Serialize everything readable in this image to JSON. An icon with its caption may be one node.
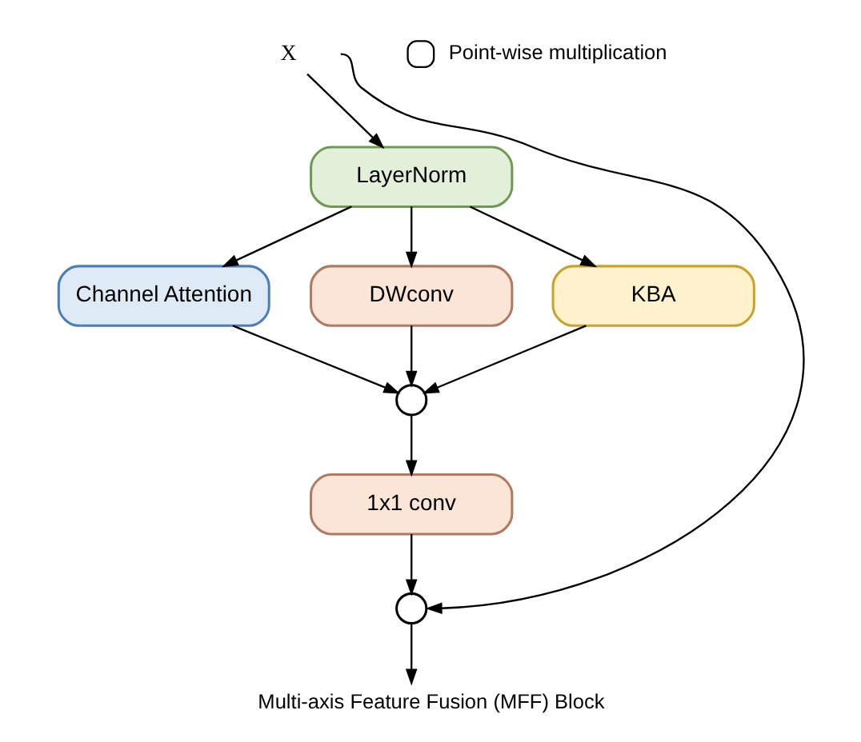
{
  "diagram": {
    "caption": "Multi-axis Feature Fusion (MFF) Block",
    "nodes": [
      {
        "text": [
          "X"
        ]
      },
      {
        "text": [
          "LayerNorm"
        ]
      },
      {
        "text": [
          "Channel Attention"
        ]
      },
      {
        "text": [
          "DWconv"
        ]
      },
      {
        "text": [
          "KBA"
        ]
      },
      {
        "text": [],
        "shape": "circle"
      },
      {
        "text": [
          "1x1 conv"
        ]
      },
      {
        "text": [],
        "shape": "circle"
      }
    ],
    "edges": [
      {
        "from": 0,
        "to": 1,
        "arrow": "to"
      },
      {
        "from": 1,
        "to": 2,
        "arrow": "to"
      },
      {
        "from": 1,
        "to": 3,
        "arrow": "to"
      },
      {
        "from": 1,
        "to": 4,
        "arrow": "to"
      },
      {
        "from": 2,
        "to": 5,
        "arrow": "to"
      },
      {
        "from": 3,
        "to": 5,
        "arrow": "to"
      },
      {
        "from": 4,
        "to": 5,
        "arrow": "to"
      },
      {
        "from": 5,
        "to": 6,
        "arrow": "to"
      },
      {
        "from": 6,
        "to": 7,
        "arrow": "to"
      },
      {
        "from": 0,
        "to": 7,
        "arrow": "to"
      },
      {
        "from": 7,
        "to": null,
        "arrow": "to"
      }
    ],
    "legend": [
      {
        "text": "Point-wise multiplication"
      }
    ]
  }
}
